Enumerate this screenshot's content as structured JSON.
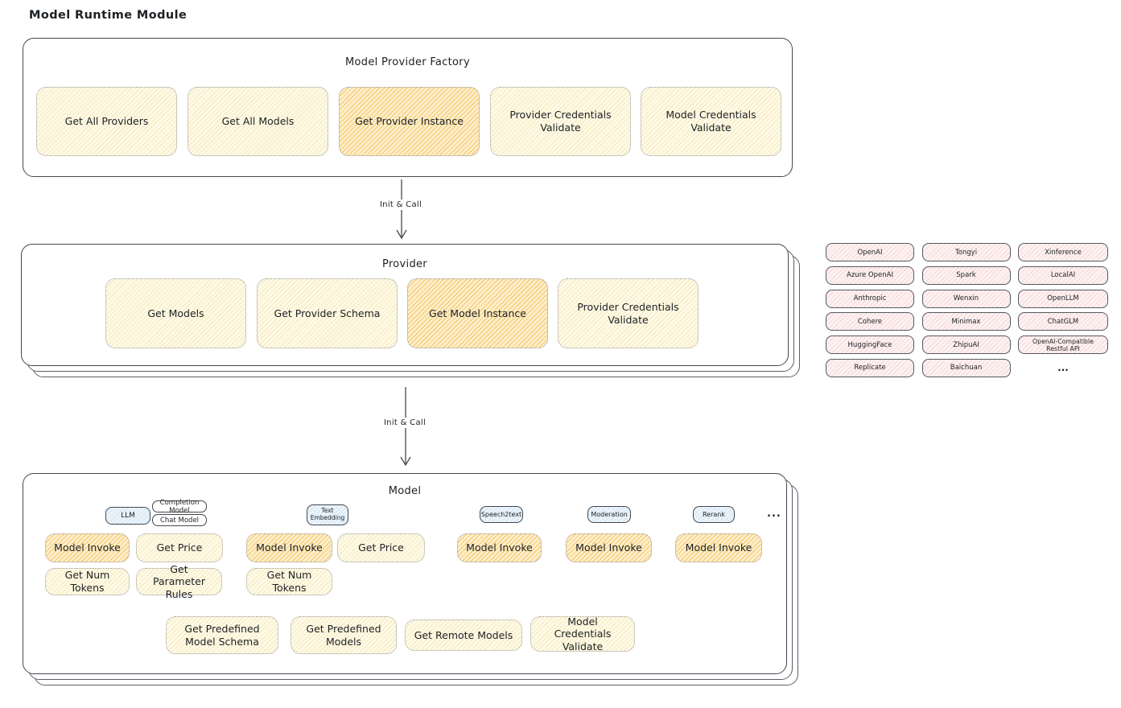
{
  "page": {
    "title": "Model Runtime Module"
  },
  "factory": {
    "title": "Model Provider Factory",
    "buttons": [
      {
        "label": "Get All Providers",
        "highlighted": false
      },
      {
        "label": "Get All Models",
        "highlighted": false
      },
      {
        "label": "Get Provider Instance",
        "highlighted": true
      },
      {
        "label": "Provider Credentials Validate",
        "highlighted": false
      },
      {
        "label": "Model Credentials Validate",
        "highlighted": false
      }
    ]
  },
  "arrow1": {
    "label": "Init & Call"
  },
  "arrow2": {
    "label": "Init & Call"
  },
  "provider": {
    "title": "Provider",
    "buttons": [
      {
        "label": "Get Models",
        "highlighted": false
      },
      {
        "label": "Get Provider Schema",
        "highlighted": false
      },
      {
        "label": "Get Model Instance",
        "highlighted": true
      },
      {
        "label": "Provider Credentials Validate",
        "highlighted": false
      }
    ]
  },
  "provider_list": {
    "items": [
      "OpenAI",
      "Tongyi",
      "Xinference",
      "Azure OpenAI",
      "Spark",
      "LocalAI",
      "Anthropic",
      "Wenxin",
      "OpenLLM",
      "Cohere",
      "Minimax",
      "ChatGLM",
      "HuggingFace",
      "ZhipuAI",
      "OpenAI-Compatible Restful API",
      "Replicate",
      "Baichuan"
    ],
    "ellipsis": "..."
  },
  "model": {
    "title": "Model",
    "tabs": {
      "llm": "LLM",
      "completion_model": "Completion Model",
      "chat_model": "Chat Model",
      "text_embedding": "Text Embedding",
      "speech2text": "Speech2text",
      "moderation": "Moderation",
      "rerank": "Rerank"
    },
    "ellipsis": "...",
    "row1": [
      "Model Invoke",
      "Get Price",
      "Model Invoke",
      "Get Price",
      "Model Invoke",
      "Model Invoke",
      "Model Invoke"
    ],
    "row2": [
      "Get Num Tokens",
      "Get Parameter Rules",
      "Get Num Tokens"
    ],
    "row3": [
      "Get Predefined Model Schema",
      "Get Predefined Models",
      "Get Remote Models",
      "Model Credentials Validate"
    ]
  },
  "colors": {
    "yellow_hatch": "#f6e8b4",
    "orange_hatch": "#f5c768",
    "blue_hatch": "#cfe4f4",
    "pink_hatch": "#f6d6d6",
    "outline_dark": "#43484e"
  }
}
